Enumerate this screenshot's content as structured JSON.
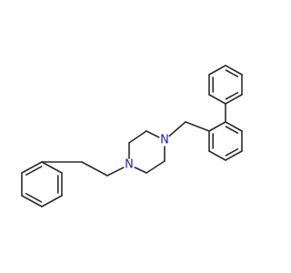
{
  "molecule": {
    "atoms": {
      "N1": {
        "element": "N",
        "label": "N"
      },
      "N2": {
        "element": "N",
        "label": "N"
      }
    }
  },
  "colors": {
    "bond": "#2b2b2b",
    "nitrogen": "#2020cc",
    "background": "#ffffff"
  }
}
